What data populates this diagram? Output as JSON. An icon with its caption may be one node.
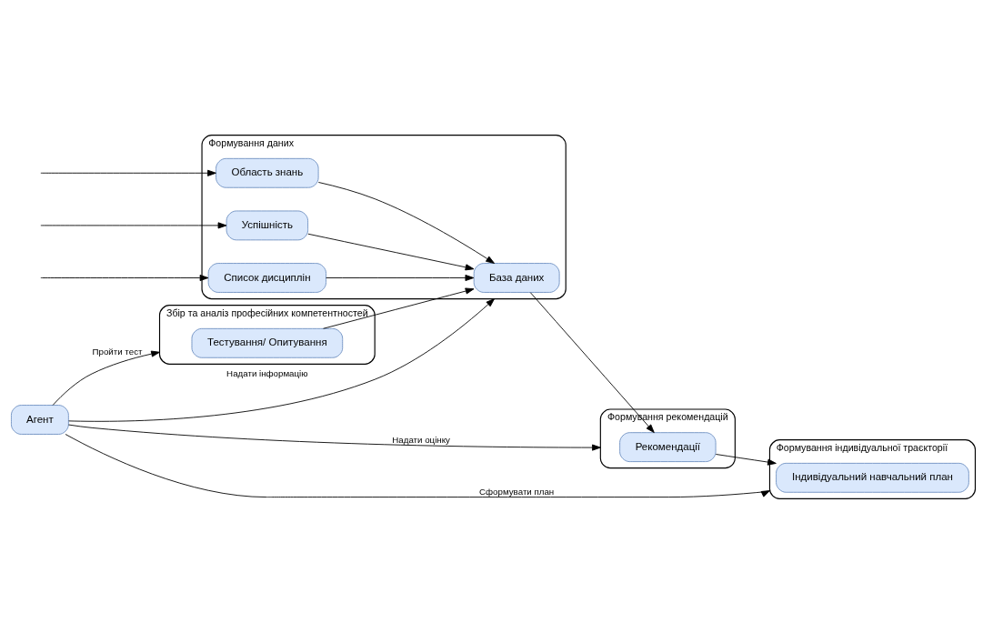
{
  "diagram": {
    "nodes": [
      {
        "text": [
          "Агент"
        ]
      },
      {
        "text": [
          "Збір та аналіз професійних компетентностей"
        ]
      },
      {
        "text": [
          "Тестування/ Опитування"
        ],
        "in": 1
      },
      {
        "text": [
          "Формування даних"
        ]
      },
      {
        "text": [
          "База даних"
        ],
        "in": 3
      },
      {
        "text": [
          "Успішність"
        ],
        "in": 3
      },
      {
        "text": [
          "Список дисциплін"
        ],
        "in": 3
      },
      {
        "text": [
          "Область знань"
        ],
        "in": 3
      },
      {
        "text": [
          "Формування рекомендацій"
        ]
      },
      {
        "text": [
          "Рекомендації"
        ],
        "in": 8
      },
      {
        "text": [
          "Формування індивідуальної траєкторії"
        ]
      },
      {
        "text": [
          "Індивідуальний навчальний план"
        ],
        "in": 10
      }
    ],
    "edges": [
      {
        "from": 0,
        "to": 1,
        "arrow": "to",
        "label": "Пройти тест"
      },
      {
        "from": 0,
        "to": 3,
        "arrow": "to",
        "label": "Надати інформацію"
      },
      {
        "from": 0,
        "to": 8,
        "arrow": "to",
        "label": "Надати оцінку"
      },
      {
        "from": 0,
        "to": 10,
        "arrow": "to",
        "label": "Сформувати план"
      },
      {
        "from": 2,
        "to": 4,
        "arrow": "to"
      },
      {
        "from": 5,
        "to": 4,
        "arrow": "to"
      },
      {
        "from": 6,
        "to": 4,
        "arrow": "to"
      },
      {
        "from": 7,
        "to": 4,
        "arrow": "to"
      },
      {
        "from": 4,
        "to": 9,
        "arrow": "to"
      },
      {
        "from": 9,
        "to": 11,
        "arrow": "to"
      },
      {
        "from": null,
        "to": 5,
        "arrow": "to"
      },
      {
        "from": null,
        "to": 6,
        "arrow": "to"
      },
      {
        "from": null,
        "to": 7,
        "arrow": "to"
      }
    ]
  }
}
